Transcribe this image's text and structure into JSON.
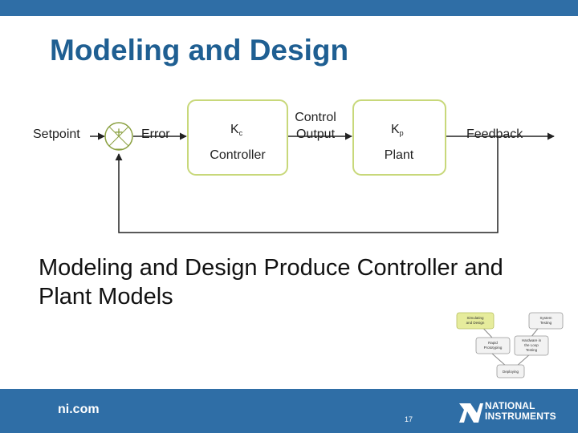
{
  "slide": {
    "title": "Modeling and Design",
    "body": "Modeling and Design Produce Controller and Plant Models",
    "footer_link": "ni.com",
    "page_number": "17"
  },
  "diagram": {
    "setpoint": "Setpoint",
    "plus": "+",
    "minus": "−",
    "error": "Error",
    "controller_gain": "K",
    "controller_gain_sub": "c",
    "controller_label": "Controller",
    "control_output_line1": "Control",
    "control_output_line2": "Output",
    "plant_gain": "K",
    "plant_gain_sub": "p",
    "plant_label": "Plant",
    "feedback": "Feedback"
  },
  "thumbnail": {
    "nodes": [
      {
        "lines": [
          "Simulating",
          "and Design"
        ]
      },
      {
        "lines": [
          "System",
          "Testing"
        ]
      },
      {
        "lines": [
          "Rapid",
          "Prototyping"
        ]
      },
      {
        "lines": [
          "Hardware in",
          "the Loop",
          "Testing"
        ]
      },
      {
        "lines": [
          "Deploying"
        ]
      }
    ]
  },
  "logo": {
    "line1": "NATIONAL",
    "line2": "INSTRUMENTS",
    "accent": "#2f6ea6"
  },
  "colors": {
    "bar": "#2f6ea6",
    "title": "#1f5f92",
    "block_border": "#c8d87a"
  }
}
